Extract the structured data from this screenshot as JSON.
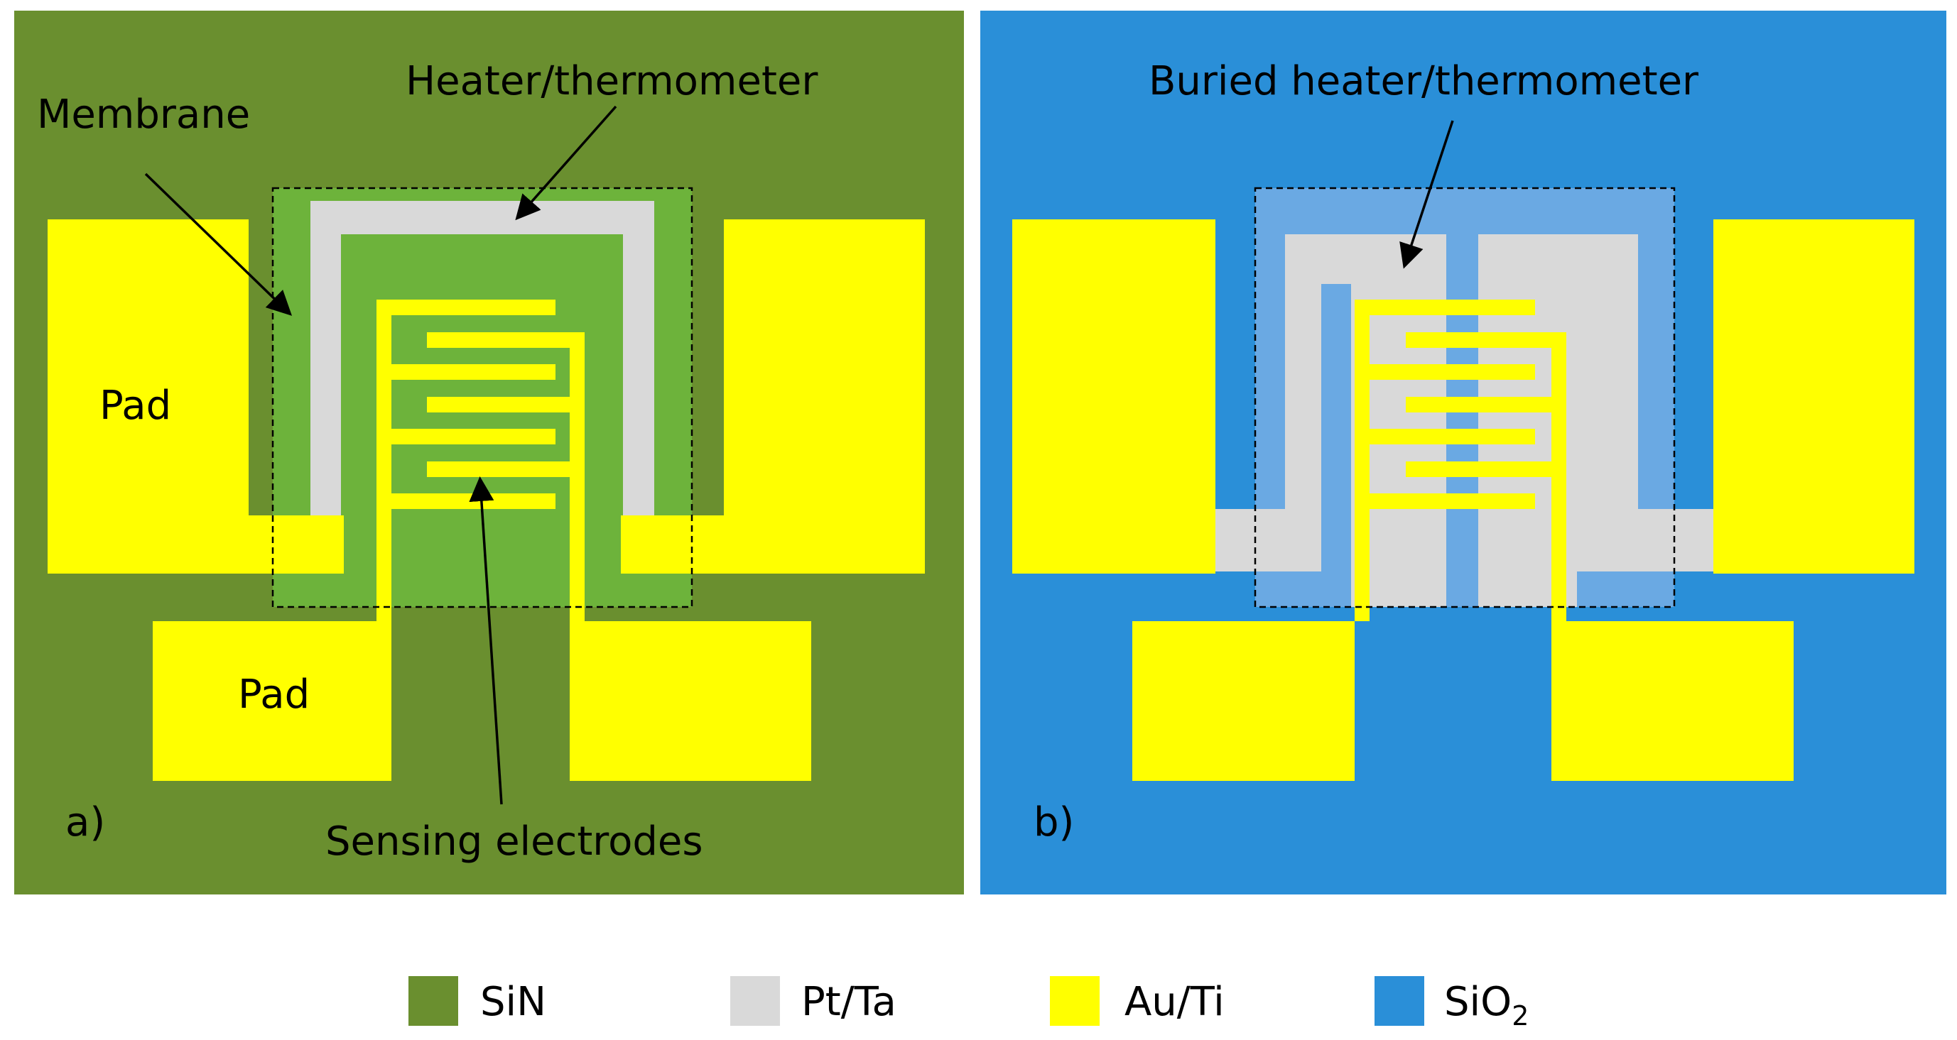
{
  "panels": {
    "a": {
      "label": "a)",
      "annotations": {
        "membrane": "Membrane",
        "heater": "Heater/thermometer",
        "pad_left": "Pad",
        "pad_bottom": "Pad",
        "sensing": "Sensing electrodes"
      }
    },
    "b": {
      "label": "b)",
      "annotations": {
        "buried_heater": "Buried heater/thermometer"
      }
    }
  },
  "legend": {
    "items": [
      {
        "label": "SiN",
        "sub": "",
        "color": "#6a8f2f"
      },
      {
        "label": "Pt/Ta",
        "sub": "",
        "color": "#d9d9d9"
      },
      {
        "label": "Au/Ti",
        "sub": "",
        "color": "#ffff00"
      },
      {
        "label": "SiO",
        "sub": "2",
        "color": "#2a8fd8"
      }
    ]
  },
  "colors": {
    "sin": "#6a8f2f",
    "membrane_a": "#6db33b",
    "pt_ta": "#d9d9d9",
    "au_ti": "#ffff00",
    "sio2": "#2a8fd8",
    "membrane_b": "#6aa9e3"
  }
}
